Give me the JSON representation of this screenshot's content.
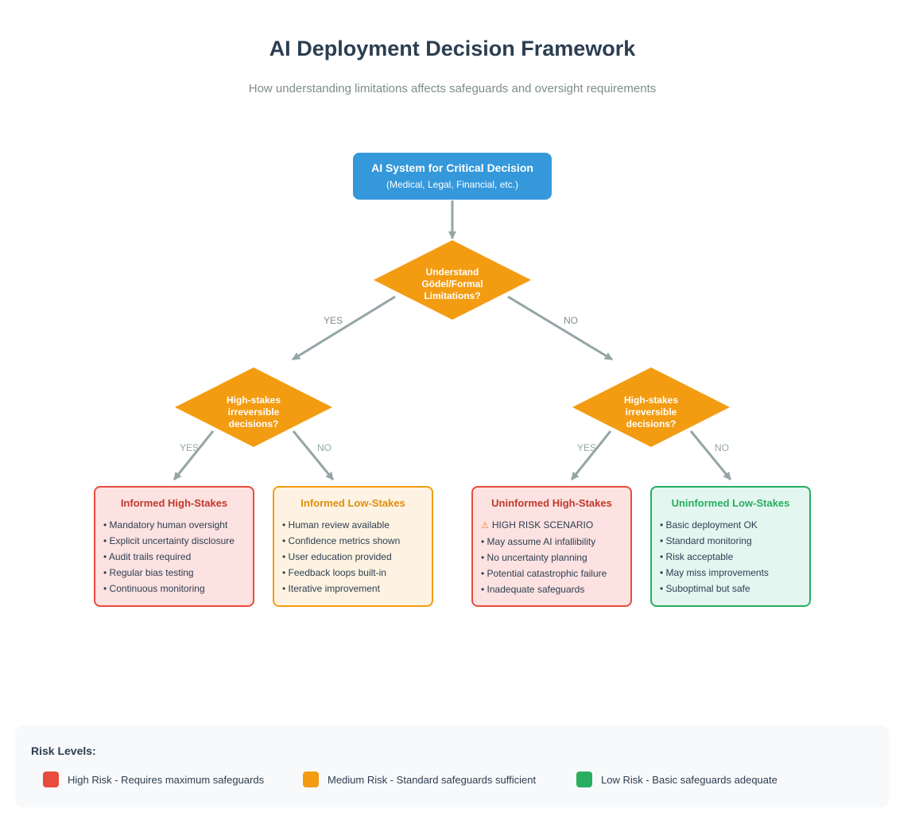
{
  "title": "AI Deployment Decision Framework",
  "subtitle": "How understanding limitations affects safeguards and oversight requirements",
  "root": {
    "line1": "AI System for Critical Decision",
    "line2": "(Medical, Legal, Financial, etc.)",
    "color": "#3498db"
  },
  "decision_main": [
    "Understand",
    "Gödel/Formal",
    "Limitations?"
  ],
  "decision_left": [
    "High-stakes",
    "irreversible",
    "decisions?"
  ],
  "decision_right": [
    "High-stakes",
    "irreversible",
    "decisions?"
  ],
  "decision_color": "#f39c12",
  "edge_labels": {
    "yes": "YES",
    "no": "NO"
  },
  "outcomes": [
    {
      "title": "Informed High-Stakes",
      "risk": "high",
      "items": [
        "Mandatory human oversight",
        "Explicit uncertainty disclosure",
        "Audit trails required",
        "Regular bias testing",
        "Continuous monitoring"
      ]
    },
    {
      "title": "Informed Low-Stakes",
      "risk": "medium",
      "items": [
        "Human review available",
        "Confidence metrics shown",
        "User education provided",
        "Feedback loops built-in",
        "Iterative improvement"
      ]
    },
    {
      "title": "Uninformed High-Stakes",
      "risk": "high",
      "warning": "HIGH RISK SCENARIO",
      "items": [
        "May assume AI infallibility",
        "No uncertainty planning",
        "Potential catastrophic failure",
        "Inadequate safeguards"
      ]
    },
    {
      "title": "Uninformed Low-Stakes",
      "risk": "low",
      "items": [
        "Basic deployment OK",
        "Standard monitoring",
        "Risk acceptable",
        "May miss improvements",
        "Suboptimal but safe"
      ]
    }
  ],
  "legend": {
    "title": "Risk Levels:",
    "items": [
      {
        "label": "High Risk - Requires maximum safeguards",
        "color": "#e74c3c"
      },
      {
        "label": "Medium Risk - Standard safeguards sufficient",
        "color": "#f39c12"
      },
      {
        "label": "Low Risk - Basic safeguards adequate",
        "color": "#27ae60"
      }
    ]
  },
  "icons": {
    "warning": "warning-triangle-icon"
  }
}
